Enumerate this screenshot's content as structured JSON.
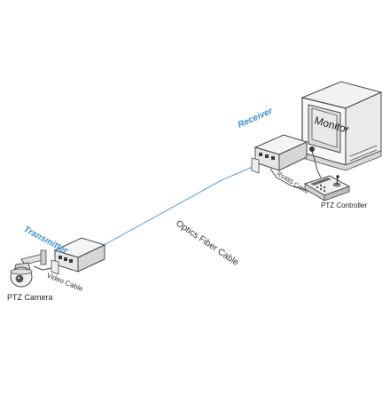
{
  "labels": {
    "receiver": "Receiver",
    "transmitter": "Transmitter",
    "monitor": "Monitor",
    "rs485_cable": "Rs485 Cable",
    "ptz_controller": "PTZ Controller",
    "optics_fiber_cable": "Optics Fiber Cable",
    "video_cable": "Video Cable",
    "ptz_camera": "PTZ Camera"
  },
  "colors": {
    "accent_blue": "#3a8fd6",
    "fiber_line": "#5aa0dc",
    "outline": "#4a4a4a",
    "dark_fill": "#5a5a5a",
    "light_fill": "#f2f2f2"
  }
}
